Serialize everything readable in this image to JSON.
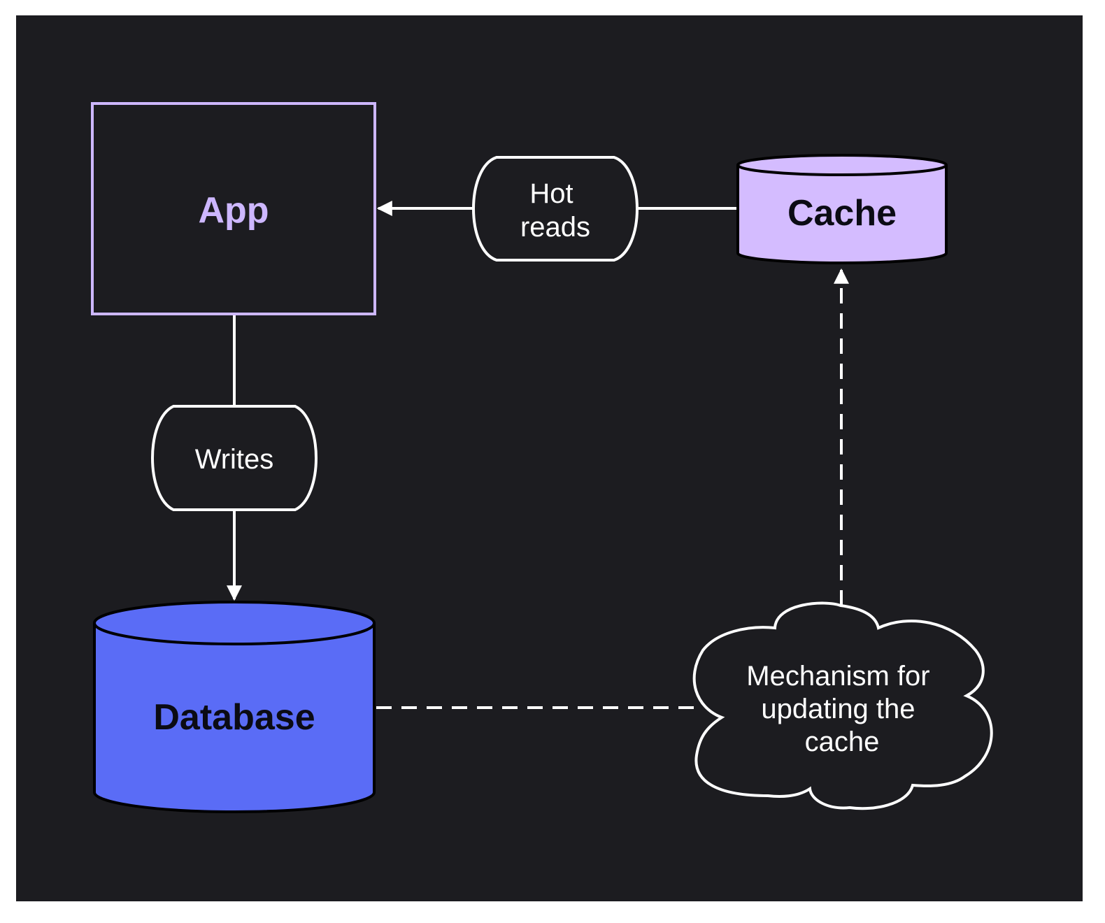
{
  "colors": {
    "background": "#1c1c20",
    "frame": "#ffffff",
    "app_accent": "#cdb7ff",
    "cache_fill": "#d4bcff",
    "database_fill": "#5a6cf6",
    "line": "#ffffff",
    "dark_text": "#0b0b14"
  },
  "nodes": {
    "app": {
      "label": "App"
    },
    "cache": {
      "label": "Cache"
    },
    "database": {
      "label": "Database"
    },
    "mechanism": {
      "lines": [
        "Mechanism for",
        "updating the",
        "cache"
      ]
    }
  },
  "edges": {
    "hot_reads": {
      "lines": [
        "Hot",
        "reads"
      ]
    },
    "writes": {
      "label": "Writes"
    }
  }
}
